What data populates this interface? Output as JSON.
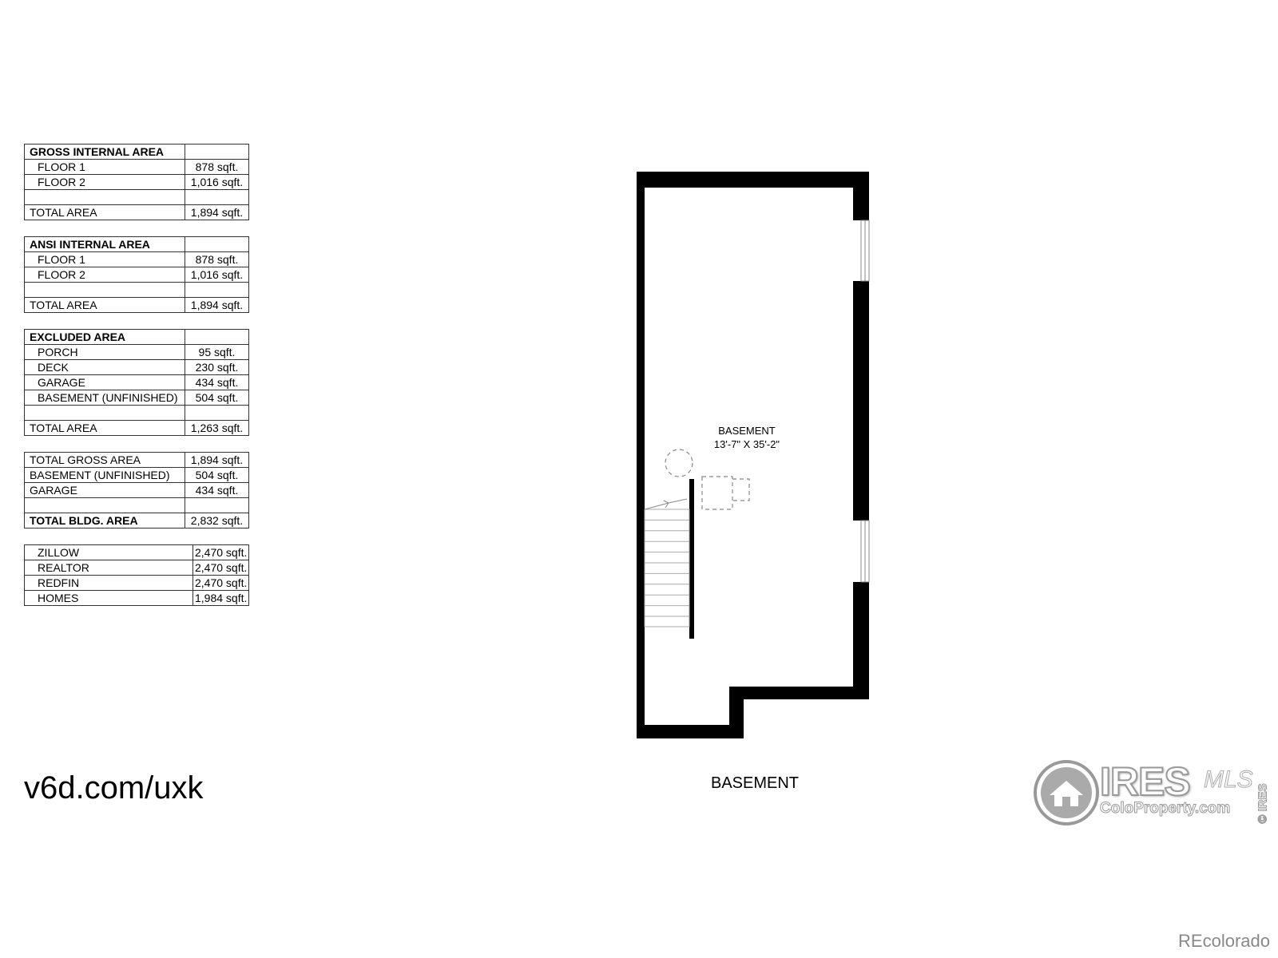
{
  "tables": [
    {
      "rows": [
        {
          "label": "GROSS INTERNAL AREA",
          "value": "",
          "style": "bold"
        },
        {
          "label": "FLOOR 1",
          "value": "878 sqft.",
          "style": "indent"
        },
        {
          "label": "FLOOR 2",
          "value": "1,016 sqft.",
          "style": "indent"
        },
        {
          "label": "",
          "value": "",
          "style": ""
        },
        {
          "label": "TOTAL AREA",
          "value": "1,894 sqft.",
          "style": ""
        }
      ]
    },
    {
      "rows": [
        {
          "label": "ANSI INTERNAL AREA",
          "value": "",
          "style": "bold"
        },
        {
          "label": "FLOOR 1",
          "value": "878 sqft.",
          "style": "indent"
        },
        {
          "label": "FLOOR 2",
          "value": "1,016 sqft.",
          "style": "indent"
        },
        {
          "label": "",
          "value": "",
          "style": ""
        },
        {
          "label": "TOTAL AREA",
          "value": "1,894 sqft.",
          "style": ""
        }
      ]
    },
    {
      "rows": [
        {
          "label": "EXCLUDED AREA",
          "value": "",
          "style": "bold"
        },
        {
          "label": "PORCH",
          "value": "95 sqft.",
          "style": "indent"
        },
        {
          "label": "DECK",
          "value": "230 sqft.",
          "style": "indent"
        },
        {
          "label": "GARAGE",
          "value": "434 sqft.",
          "style": "indent"
        },
        {
          "label": "BASEMENT (UNFINISHED)",
          "value": "504 sqft.",
          "style": "indent"
        },
        {
          "label": "",
          "value": "",
          "style": ""
        },
        {
          "label": "TOTAL AREA",
          "value": "1,263 sqft.",
          "style": ""
        }
      ]
    },
    {
      "rows": [
        {
          "label": "TOTAL GROSS AREA",
          "value": "1,894 sqft.",
          "style": ""
        },
        {
          "label": "BASEMENT (UNFINISHED)",
          "value": "504 sqft.",
          "style": ""
        },
        {
          "label": "GARAGE",
          "value": "434 sqft.",
          "style": ""
        },
        {
          "label": "",
          "value": "",
          "style": ""
        },
        {
          "label": "TOTAL BLDG. AREA",
          "value": "2,832 sqft.",
          "style": "bold"
        }
      ]
    },
    {
      "rows": [
        {
          "label": "ZILLOW",
          "value": "2,470 sqft.",
          "style": "indent"
        },
        {
          "label": "REALTOR",
          "value": "2,470 sqft.",
          "style": "indent"
        },
        {
          "label": "REDFIN",
          "value": "2,470 sqft.",
          "style": "indent"
        },
        {
          "label": "HOMES",
          "value": "1,984 sqft.",
          "style": "indent"
        }
      ]
    }
  ],
  "short_url": "v6d.com/uxk",
  "plan": {
    "room_name": "BASEMENT",
    "room_dims": "13'-7\" X 35'-2\"",
    "caption": "BASEMENT"
  },
  "logo": {
    "main": "IRES",
    "mls": "MLS",
    "sub": "ColoProperty.com",
    "vertical": "© IRES",
    "icon": "house-circle-icon"
  },
  "credit": "REcolorado"
}
